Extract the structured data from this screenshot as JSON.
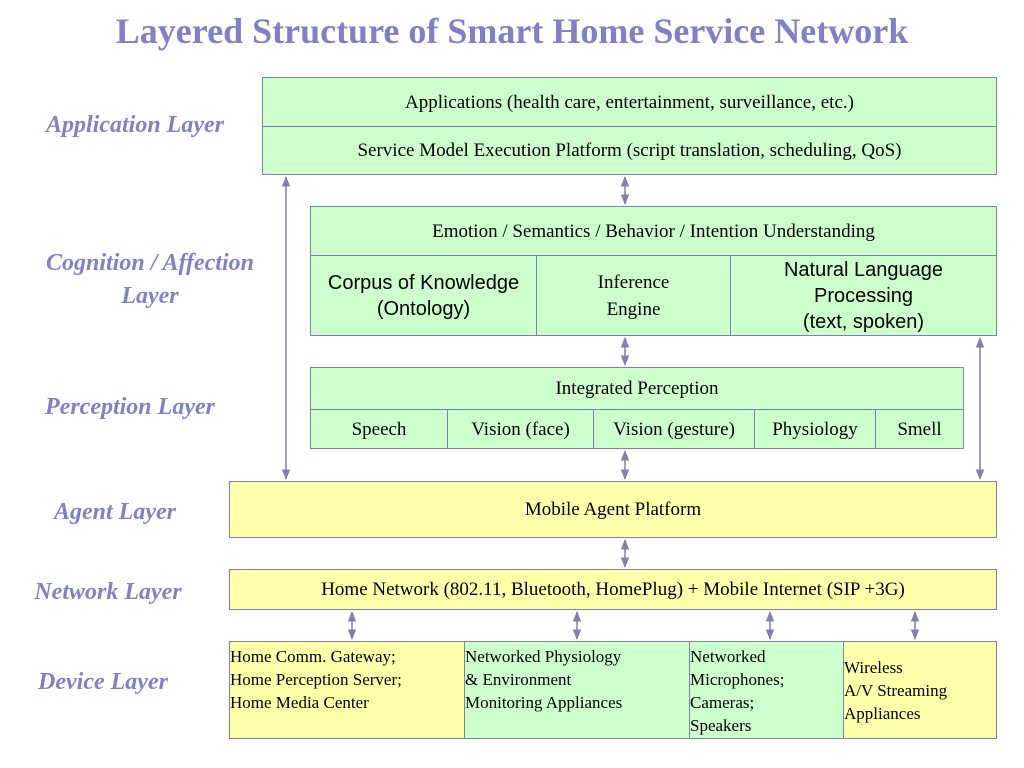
{
  "title": "Layered Structure of Smart Home Service Network",
  "layers": {
    "application": "Application Layer",
    "cognition_line1": "Cognition / Affection",
    "cognition_line2": "Layer",
    "perception": "Perception Layer",
    "agent": "Agent Layer",
    "network": "Network Layer",
    "device": "Device Layer"
  },
  "application": {
    "applications": "Applications (health care, entertainment, surveillance, etc.)",
    "service_platform": "Service Model Execution Platform (script translation, scheduling, QoS)"
  },
  "cognition": {
    "understanding": "Emotion / Semantics / Behavior / Intention Understanding",
    "corpus_line1": "Corpus of Knowledge",
    "corpus_line2": "(Ontology)",
    "inference_line1": "Inference",
    "inference_line2": "Engine",
    "nlp_line1": "Natural Language",
    "nlp_line2": "Processing",
    "nlp_line3": "(text, spoken)"
  },
  "perception": {
    "integrated": "Integrated Perception",
    "speech": "Speech",
    "vision_face": "Vision (face)",
    "vision_gesture": "Vision (gesture)",
    "physiology": "Physiology",
    "smell": "Smell"
  },
  "agent": {
    "platform": "Mobile Agent Platform"
  },
  "network": {
    "home_network": "Home Network (802.11,  Bluetooth, HomePlug) + Mobile Internet (SIP +3G)"
  },
  "device": {
    "gateway_line1": "Home Comm. Gateway;",
    "gateway_line2": "Home Perception Server;",
    "gateway_line3": "Home Media Center",
    "physio_line1": "Networked Physiology",
    "physio_line2": "& Environment",
    "physio_line3": "Monitoring Appliances",
    "mic_line1": "Networked",
    "mic_line2": "Microphones;",
    "mic_line3": "Cameras;",
    "mic_line4": "Speakers",
    "wireless_line1": "Wireless",
    "wireless_line2": "A/V Streaming",
    "wireless_line3": "Appliances"
  },
  "colors": {
    "title": "#8080c8",
    "green": "#ccffcc",
    "yellow": "#ffffaa",
    "border": "#7f7fb0",
    "arrow": "#7f7fb0"
  }
}
